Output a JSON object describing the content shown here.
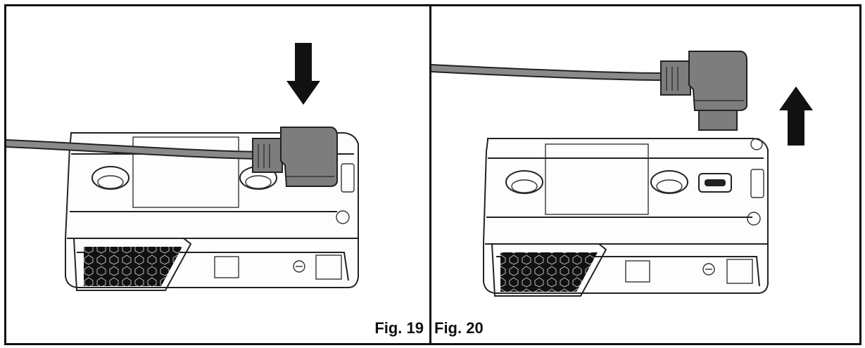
{
  "figures": [
    {
      "id": "fig19",
      "caption": "Fig. 19",
      "action": "insert",
      "arrow_direction": "down"
    },
    {
      "id": "fig20",
      "caption": "Fig. 20",
      "action": "remove",
      "arrow_direction": "up"
    }
  ],
  "colors": {
    "outline": "#111111",
    "plug": "#7d7d7d",
    "background": "#ffffff"
  }
}
